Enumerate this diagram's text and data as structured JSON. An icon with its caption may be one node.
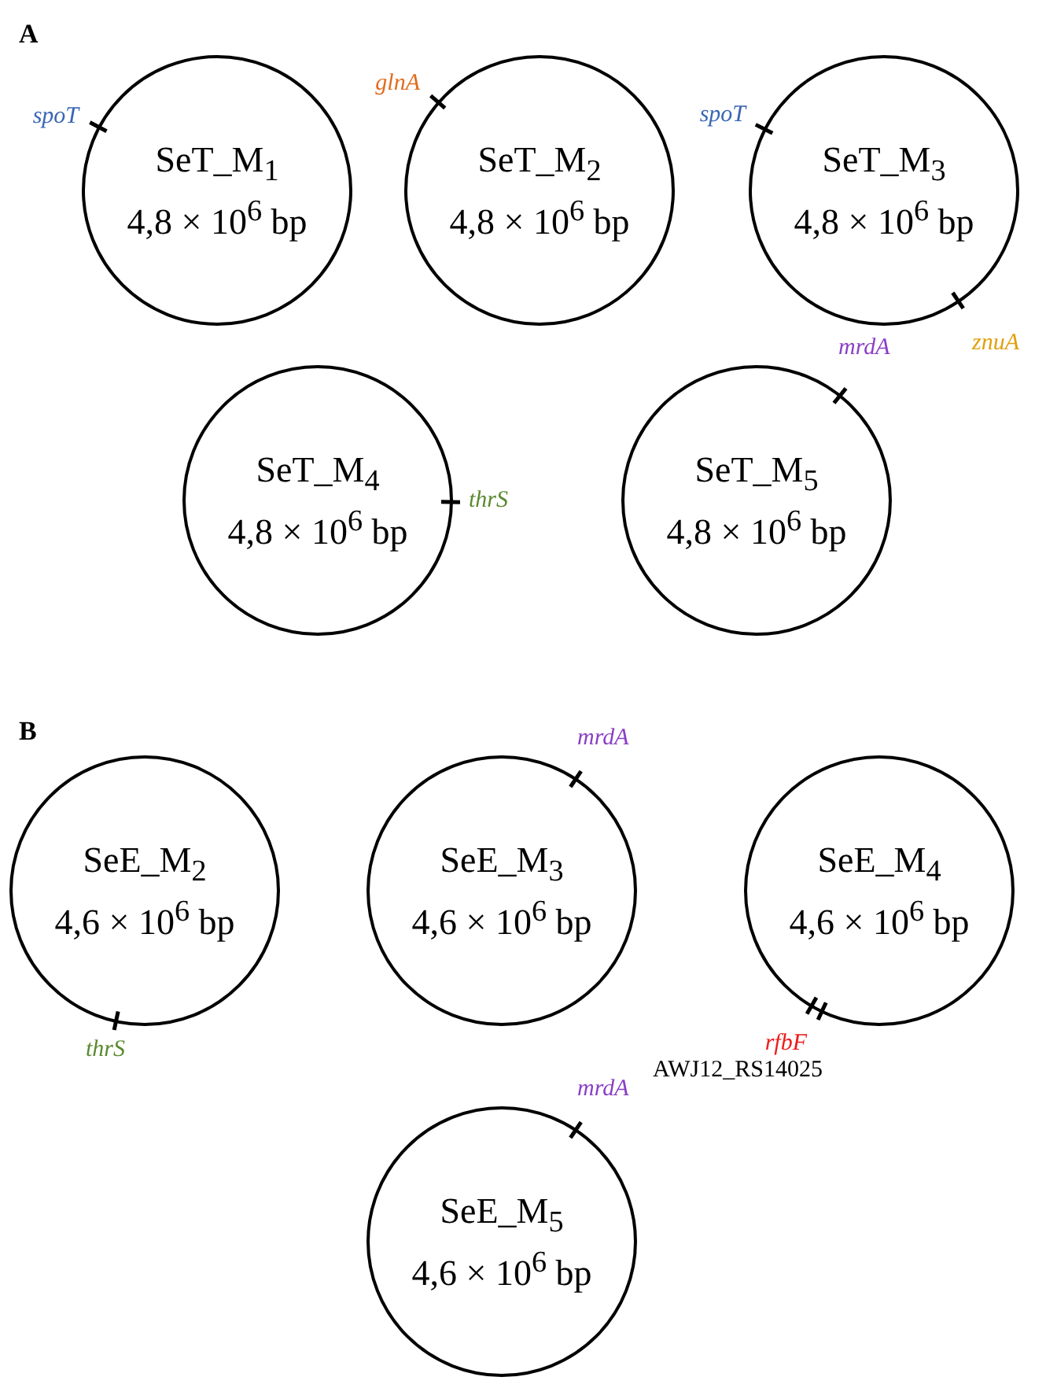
{
  "diagram": {
    "nodes": [
      {
        "text": [
          "SeT_M$_{1}$",
          "4,8 × 10$^{6}$ bp"
        ],
        "beside": [
          "spoT"
        ]
      },
      {
        "text": [
          "SeT_M$_{2}$",
          "4,8 × 10$^{6}$ bp"
        ],
        "beside": [
          "glnA"
        ]
      },
      {
        "text": [
          "SeT_M$_{3}$",
          "4,8 × 10$^{6}$ bp"
        ],
        "beside": [
          "spoT",
          "znuA"
        ]
      },
      {
        "text": [
          "SeT_M$_{4}$",
          "4,8 × 10$^{6}$ bp"
        ],
        "beside": [
          "thrS"
        ]
      },
      {
        "text": [
          "SeT_M$_{5}$",
          "4,8 × 10$^{6}$ bp"
        ],
        "beside": [
          "mrdA"
        ]
      },
      {
        "text": [
          "SeE_M$_{2}$",
          "4,6 × 10$^{6}$ bp"
        ],
        "beside": [
          "thrS"
        ]
      },
      {
        "text": [
          "SeE_M$_{3}$",
          "4,6 × 10$^{6}$ bp"
        ],
        "beside": [
          "mrdA"
        ]
      },
      {
        "text": [
          "SeE_M$_{4}$",
          "4,6 × 10$^{6}$ bp"
        ],
        "beside": [
          "rfbF",
          "AWJ12_RS14025"
        ]
      },
      {
        "text": [
          "SeE_M$_{5}$",
          "4,6 × 10$^{6}$ bp"
        ],
        "beside": [
          "mrdA"
        ]
      }
    ],
    "labels": [
      "A",
      "B"
    ]
  }
}
